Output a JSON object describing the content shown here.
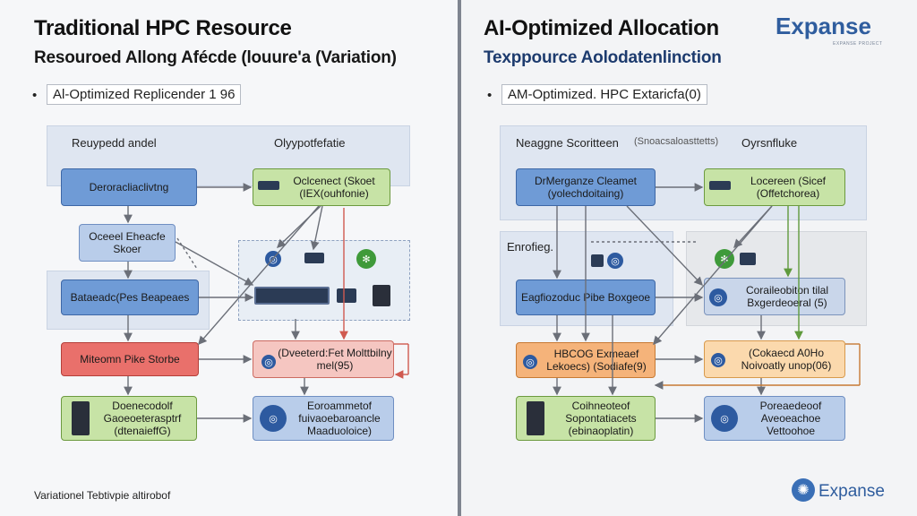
{
  "left": {
    "title": "Traditional HPC Resource",
    "subtitle": "Resouroed Allong Afécde (louure'a (Variation)",
    "bullet": "Al-Optimized Replicender 1 96",
    "region_label_left": "Reuypedd andel",
    "region_label_right": "Olyypotfefatie",
    "boxes": {
      "top_left": "Deroracliaclivtng",
      "top_right": "Oclcenect (Skoet (IEX(ouhfonie)",
      "mid_small": "Oceeel Eheacfe Skoer",
      "mid_wide": "Bataeadc(Pes Beapeaes",
      "red": "Miteomn Pike Storbe",
      "pink": "(Dveeterd:Fet Molttbilny mel(95)",
      "green": "Doenecodolf Gaoeoeterasptrf (dtenaieffG)",
      "blue_bottom": "Eoroammetof fuivaoebaroancle Maaduoloice)"
    },
    "footer": "Variationel Tebtivpie altirobof"
  },
  "right": {
    "title": "AI-Optimized Allocation",
    "subtitle": "Texppource Aolodatenlinction",
    "bullet": "AM-Optimized. HPC Extaricfa(0)",
    "region_label_left": "Neaggne Scoritteen",
    "region_label_mid": "(Snoacsaloasttetts)",
    "region_label_right": "Oyrsnfluke",
    "region_label_side": "Enrofieg.",
    "boxes": {
      "top_left": "DrMerganze Cleamet (yolechdoitaing)",
      "top_right": "Locereen (Sicef (Offetchorea)",
      "mid_wide": "Eagfiozoduc Pibe Boxgeoe",
      "mid_right": "Coraileobiton tilal Bxgerdeoeral (5)",
      "orange": "HBCOG Exmeaef Lekoecs) (Sodiafe(9)",
      "lorange": "(Cokaecd A0Ho Noivoatly unop(06)",
      "green": "Coihneoteof Sopontatiacets (ebinaoplatin)",
      "blue_bottom": "Poreaedeoof Aveoeachoe Vettoohoe"
    }
  },
  "logo": {
    "top_text": "Expanse",
    "top_tagline": "EXPANSE PROJECT",
    "bottom_text": "Expanse"
  },
  "colors": {
    "accent_blue": "#2f5d9e",
    "divider": "#7f8590"
  }
}
